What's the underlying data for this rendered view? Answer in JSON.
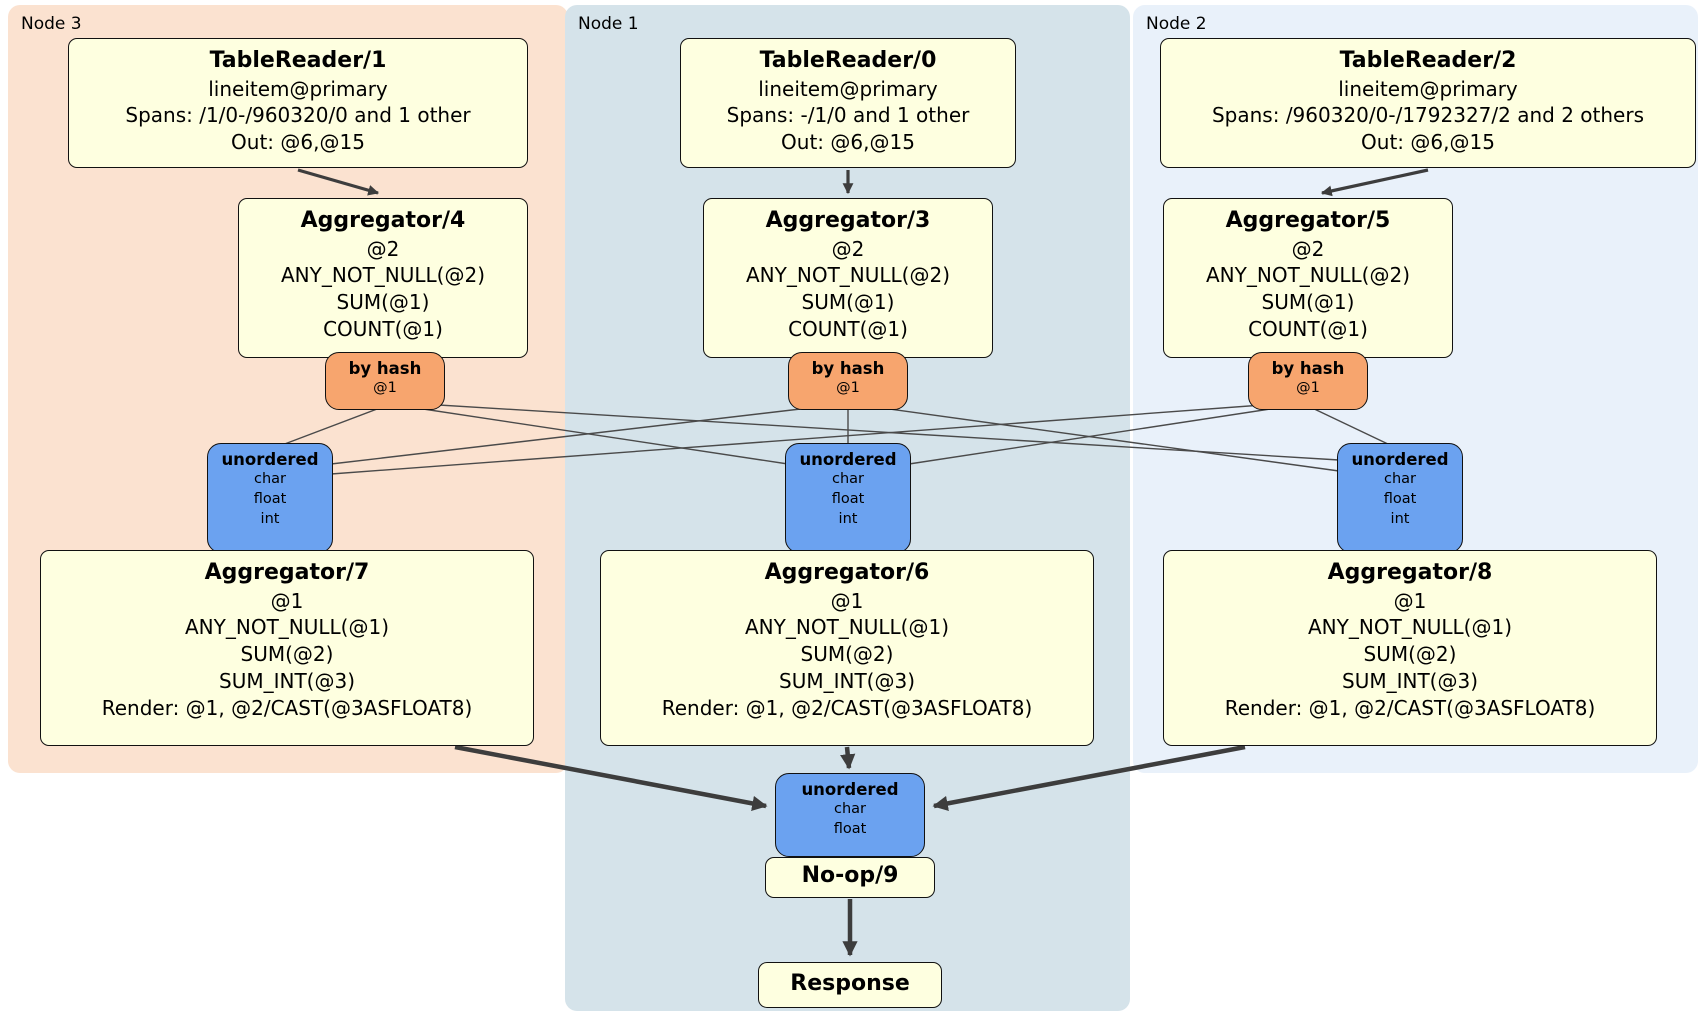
{
  "panels": {
    "node3": {
      "label": "Node 3"
    },
    "node1": {
      "label": "Node 1"
    },
    "node2": {
      "label": "Node 2"
    }
  },
  "boxes": {
    "tr1": {
      "title": "TableReader/1",
      "lines": [
        "lineitem@primary",
        "Spans: /1/0-/960320/0 and 1 other",
        "Out: @6,@15"
      ]
    },
    "tr0": {
      "title": "TableReader/0",
      "lines": [
        "lineitem@primary",
        "Spans: -/1/0 and 1 other",
        "Out: @6,@15"
      ]
    },
    "tr2": {
      "title": "TableReader/2",
      "lines": [
        "lineitem@primary",
        "Spans: /960320/0-/1792327/2 and 2 others",
        "Out: @6,@15"
      ]
    },
    "agg4": {
      "title": "Aggregator/4",
      "lines": [
        "@2",
        "ANY_NOT_NULL(@2)",
        "SUM(@1)",
        "COUNT(@1)"
      ]
    },
    "agg3": {
      "title": "Aggregator/3",
      "lines": [
        "@2",
        "ANY_NOT_NULL(@2)",
        "SUM(@1)",
        "COUNT(@1)"
      ]
    },
    "agg5": {
      "title": "Aggregator/5",
      "lines": [
        "@2",
        "ANY_NOT_NULL(@2)",
        "SUM(@1)",
        "COUNT(@1)"
      ]
    },
    "hash3": {
      "title": "by hash",
      "sub": "@1"
    },
    "hash1": {
      "title": "by hash",
      "sub": "@1"
    },
    "hash2": {
      "title": "by hash",
      "sub": "@1"
    },
    "sync3": {
      "title": "unordered",
      "types": [
        "char",
        "float",
        "int"
      ]
    },
    "sync1": {
      "title": "unordered",
      "types": [
        "char",
        "float",
        "int"
      ]
    },
    "sync2": {
      "title": "unordered",
      "types": [
        "char",
        "float",
        "int"
      ]
    },
    "agg7": {
      "title": "Aggregator/7",
      "lines": [
        "@1",
        "ANY_NOT_NULL(@1)",
        "SUM(@2)",
        "SUM_INT(@3)",
        "Render: @1, @2/CAST(@3ASFLOAT8)"
      ]
    },
    "agg6": {
      "title": "Aggregator/6",
      "lines": [
        "@1",
        "ANY_NOT_NULL(@1)",
        "SUM(@2)",
        "SUM_INT(@3)",
        "Render: @1, @2/CAST(@3ASFLOAT8)"
      ]
    },
    "agg8": {
      "title": "Aggregator/8",
      "lines": [
        "@1",
        "ANY_NOT_NULL(@1)",
        "SUM(@2)",
        "SUM_INT(@3)",
        "Render: @1, @2/CAST(@3ASFLOAT8)"
      ]
    },
    "syncFinal": {
      "title": "unordered",
      "types": [
        "char",
        "float"
      ]
    },
    "noop": {
      "title": "No-op/9"
    },
    "response": {
      "title": "Response"
    }
  },
  "colors": {
    "node3_bg": "#fbe2d0",
    "node1_bg": "#d5e3ea",
    "node2_bg": "#e9f1fa",
    "box_bg": "#feffe0",
    "hash_bg": "#f7a56e",
    "sync_bg": "#6ba2f0",
    "edge": "#3d3d3d"
  }
}
